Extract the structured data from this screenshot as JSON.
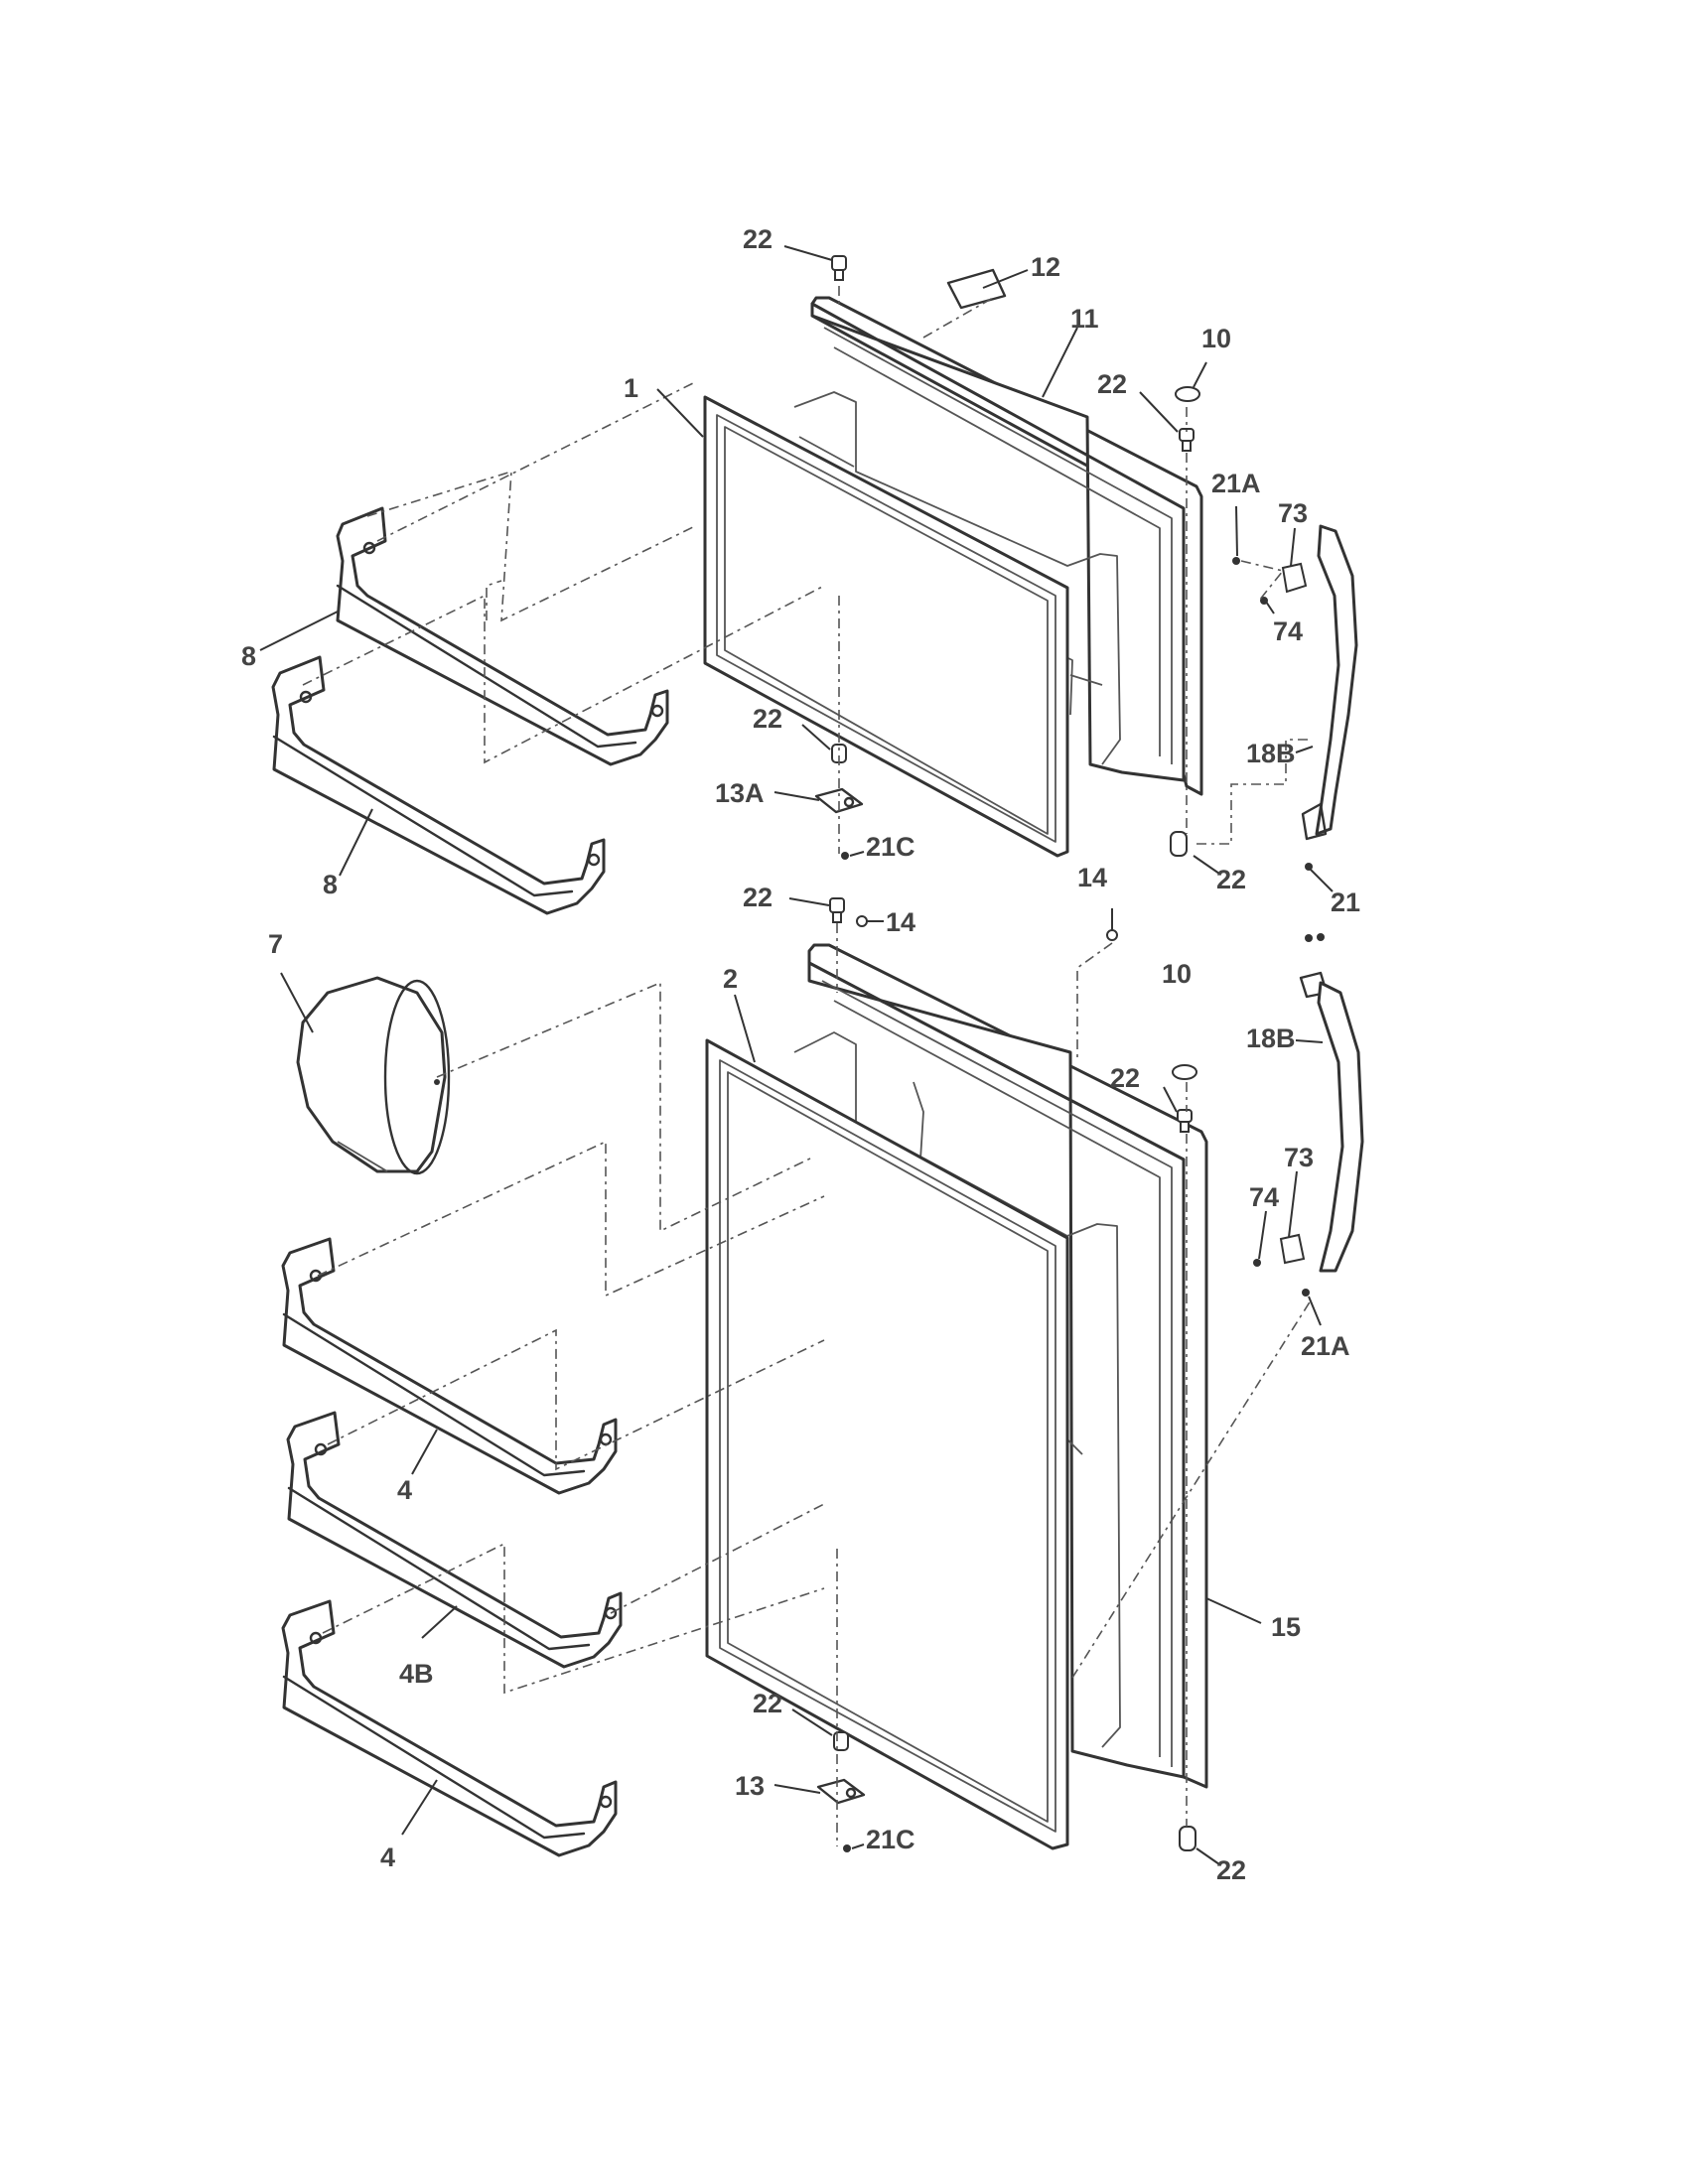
{
  "callouts": {
    "c22a": "22",
    "c12": "12",
    "c11": "11",
    "c10a": "10",
    "c22b": "22",
    "c1": "1",
    "c21Aa": "21A",
    "c73a": "73",
    "c74a": "74",
    "c8a": "8",
    "c8b": "8",
    "c22c": "22",
    "c13A": "13A",
    "c21Ca": "21C",
    "c18Ba": "18B",
    "c22d": "22",
    "c21": "21",
    "c22e": "22",
    "c14a": "14",
    "c14b": "14",
    "c7": "7",
    "c2": "2",
    "c10b": "10",
    "c22f": "22",
    "c18Bb": "18B",
    "c73b": "73",
    "c74b": "74",
    "c21Ab": "21A",
    "c4a": "4",
    "c4B": "4B",
    "c15": "15",
    "c22g": "22",
    "c13": "13",
    "c21Cb": "21C",
    "c4b": "4",
    "c22h": "22"
  }
}
